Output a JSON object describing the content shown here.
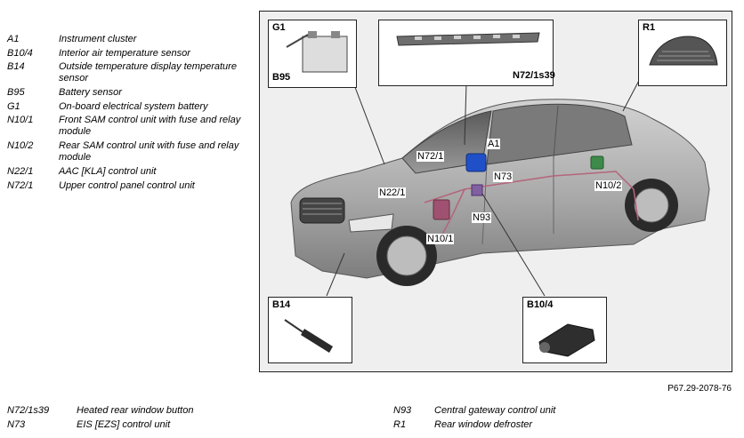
{
  "legend": [
    {
      "code": "A1",
      "desc": "Instrument cluster"
    },
    {
      "code": "B10/4",
      "desc": "Interior air temperature sensor"
    },
    {
      "code": "B14",
      "desc": "Outside temperature display temperature sensor"
    },
    {
      "code": "B95",
      "desc": "Battery sensor"
    },
    {
      "code": "G1",
      "desc": "On-board electrical system battery"
    },
    {
      "code": "N10/1",
      "desc": "Front SAM control unit with fuse and relay module"
    },
    {
      "code": "N10/2",
      "desc": "Rear SAM control unit with fuse and relay module"
    },
    {
      "code": "N22/1",
      "desc": "AAC [KLA] control unit"
    },
    {
      "code": "N72/1",
      "desc": "Upper control panel control unit"
    }
  ],
  "bottom_legend": [
    {
      "code": "N72/1s39",
      "desc": "Heated rear window button"
    },
    {
      "code": "N73",
      "desc": "EIS [EZS] control unit"
    },
    {
      "code": "N93",
      "desc": "Central gateway control unit"
    },
    {
      "code": "R1",
      "desc": "Rear window defroster"
    }
  ],
  "callouts": {
    "g1": "G1",
    "b95": "B95",
    "n72s39": "N72/1s39",
    "r1": "R1",
    "b14": "B14",
    "b104": "B10/4"
  },
  "car_tags": {
    "n721": "N72/1",
    "a1": "A1",
    "n73": "N73",
    "n221": "N22/1",
    "n93": "N93",
    "n101": "N10/1",
    "n102": "N10/2"
  },
  "figure_ref": "P67.29-2078-76"
}
